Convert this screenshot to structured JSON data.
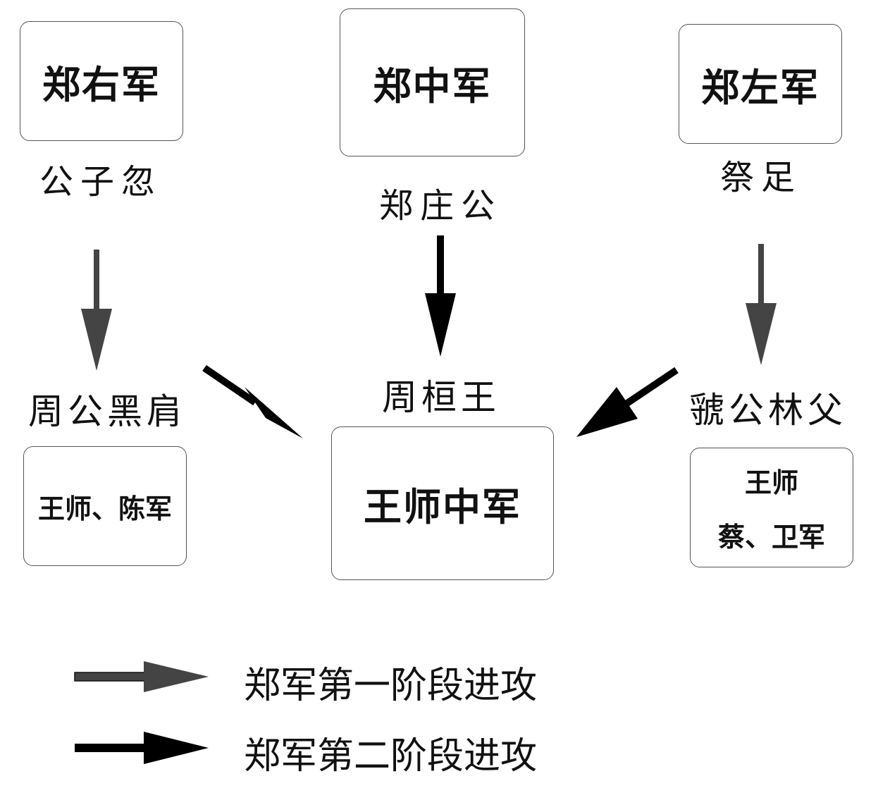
{
  "units": {
    "zheng_right": {
      "title": "郑右军",
      "commander": "公子忽"
    },
    "zheng_center": {
      "title": "郑中军",
      "commander": "郑庄公"
    },
    "zheng_left": {
      "title": "郑左军",
      "commander": "祭足"
    }
  },
  "royal": {
    "left": {
      "commander": "周公黑肩",
      "troops": "王师、陈军"
    },
    "center": {
      "commander": "周桓王",
      "troops": "王师中军"
    },
    "right": {
      "commander": "虢公林父",
      "troops_line1": "王师",
      "troops_line2": "蔡、卫军"
    }
  },
  "legend": {
    "phase1": "郑军第一阶段进攻",
    "phase2": "郑军第二阶段进攻"
  },
  "colors": {
    "phase1": "#444444",
    "phase2": "#000000",
    "box_border": "#555555",
    "text": "#111111"
  }
}
